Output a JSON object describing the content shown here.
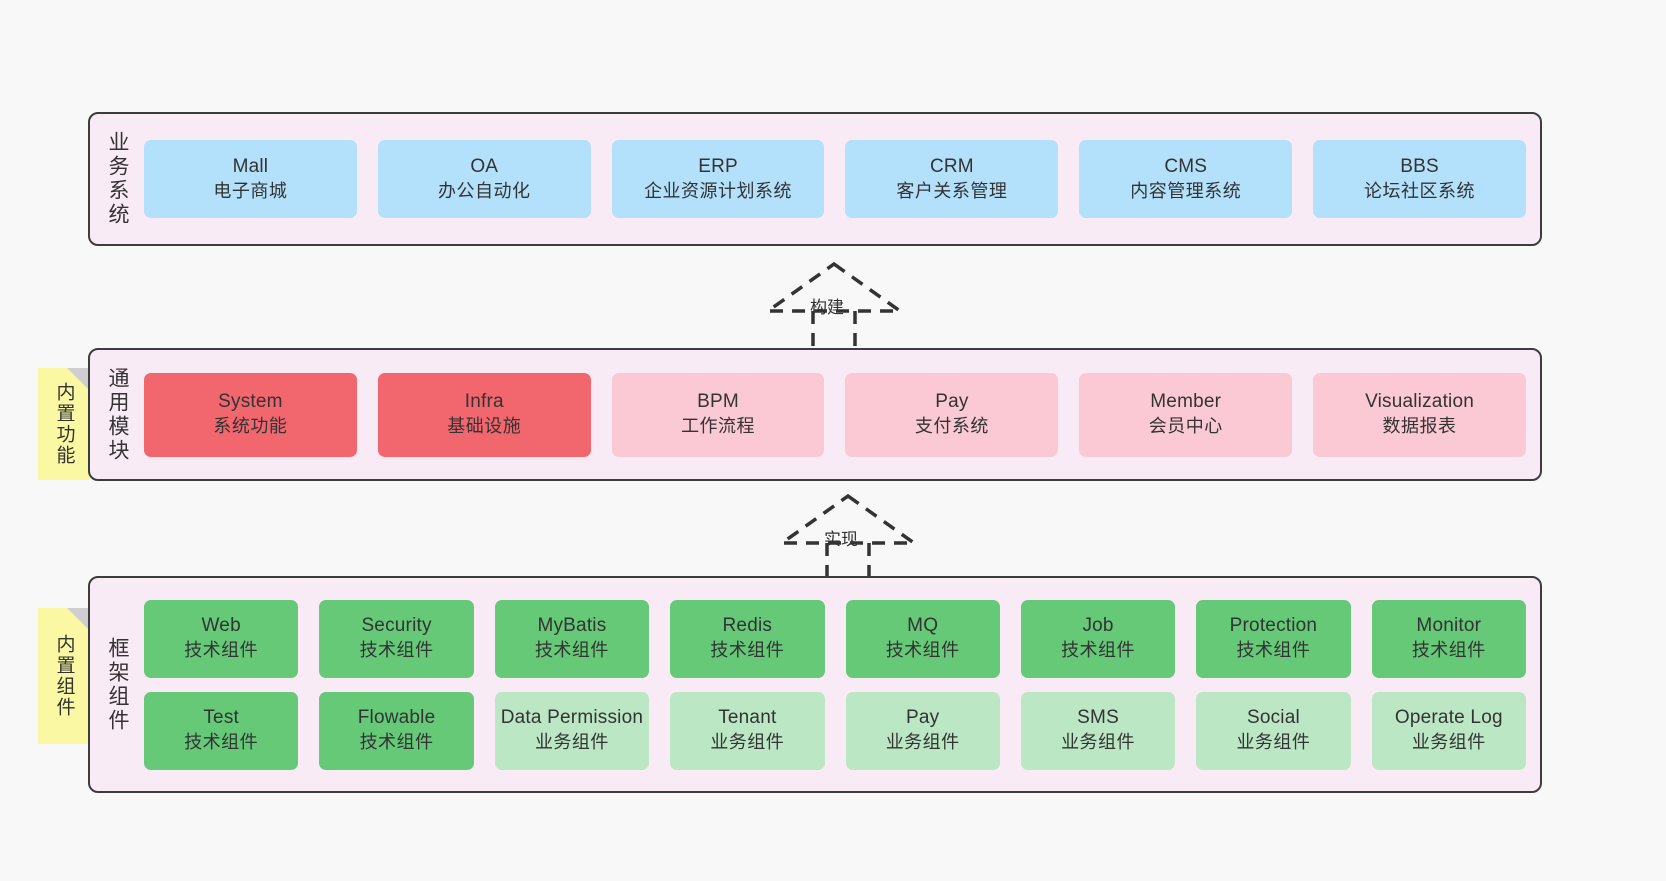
{
  "diagram": {
    "background_color": "#f8f8f8",
    "layer_fill": "#f9ebf5",
    "layer_border": "#3d3d3d"
  },
  "layers": [
    {
      "id": "business",
      "title": "业务系统",
      "rows": [
        {
          "cards": [
            {
              "en": "Mall",
              "cn": "电子商城",
              "color": "#b3e0fb",
              "tone": "blue"
            },
            {
              "en": "OA",
              "cn": "办公自动化",
              "color": "#b3e0fb",
              "tone": "blue"
            },
            {
              "en": "ERP",
              "cn": "企业资源计划系统",
              "color": "#b3e0fb",
              "tone": "blue"
            },
            {
              "en": "CRM",
              "cn": "客户关系管理",
              "color": "#b3e0fb",
              "tone": "blue"
            },
            {
              "en": "CMS",
              "cn": "内容管理系统",
              "color": "#b3e0fb",
              "tone": "blue"
            },
            {
              "en": "BBS",
              "cn": "论坛社区系统",
              "color": "#b3e0fb",
              "tone": "blue"
            }
          ]
        }
      ]
    },
    {
      "id": "modules",
      "title": "通用模块",
      "sticky": "内置功能",
      "rows": [
        {
          "cards": [
            {
              "en": "System",
              "cn": "系统功能",
              "color": "#f2666e",
              "tone": "red"
            },
            {
              "en": "Infra",
              "cn": "基础设施",
              "color": "#f2666e",
              "tone": "red"
            },
            {
              "en": "BPM",
              "cn": "工作流程",
              "color": "#fbc9d4",
              "tone": "pink"
            },
            {
              "en": "Pay",
              "cn": "支付系统",
              "color": "#fbc9d4",
              "tone": "pink"
            },
            {
              "en": "Member",
              "cn": "会员中心",
              "color": "#fbc9d4",
              "tone": "pink"
            },
            {
              "en": "Visualization",
              "cn": "数据报表",
              "color": "#fbc9d4",
              "tone": "pink"
            }
          ]
        }
      ]
    },
    {
      "id": "framework",
      "title": "框架组件",
      "sticky": "内置组件",
      "rows": [
        {
          "cards": [
            {
              "en": "Web",
              "cn": "技术组件",
              "color": "#65c978",
              "tone": "green"
            },
            {
              "en": "Security",
              "cn": "技术组件",
              "color": "#65c978",
              "tone": "green"
            },
            {
              "en": "MyBatis",
              "cn": "技术组件",
              "color": "#65c978",
              "tone": "green"
            },
            {
              "en": "Redis",
              "cn": "技术组件",
              "color": "#65c978",
              "tone": "green"
            },
            {
              "en": "MQ",
              "cn": "技术组件",
              "color": "#65c978",
              "tone": "green"
            },
            {
              "en": "Job",
              "cn": "技术组件",
              "color": "#65c978",
              "tone": "green"
            },
            {
              "en": "Protection",
              "cn": "技术组件",
              "color": "#65c978",
              "tone": "green"
            },
            {
              "en": "Monitor",
              "cn": "技术组件",
              "color": "#65c978",
              "tone": "green"
            }
          ]
        },
        {
          "cards": [
            {
              "en": "Test",
              "cn": "技术组件",
              "color": "#65c978",
              "tone": "green"
            },
            {
              "en": "Flowable",
              "cn": "技术组件",
              "color": "#65c978",
              "tone": "green"
            },
            {
              "en": "Data Permission",
              "cn": "业务组件",
              "color": "#bbe7c4",
              "tone": "lgreen"
            },
            {
              "en": "Tenant",
              "cn": "业务组件",
              "color": "#bbe7c4",
              "tone": "lgreen"
            },
            {
              "en": "Pay",
              "cn": "业务组件",
              "color": "#bbe7c4",
              "tone": "lgreen"
            },
            {
              "en": "SMS",
              "cn": "业务组件",
              "color": "#bbe7c4",
              "tone": "lgreen"
            },
            {
              "en": "Social",
              "cn": "业务组件",
              "color": "#bbe7c4",
              "tone": "lgreen"
            },
            {
              "en": "Operate Log",
              "cn": "业务组件",
              "color": "#bbe7c4",
              "tone": "lgreen"
            }
          ]
        }
      ]
    }
  ],
  "arrows": [
    {
      "id": "build",
      "label": "构建",
      "direction": "up",
      "style": "dashed-hollow"
    },
    {
      "id": "impl",
      "label": "实现",
      "direction": "up",
      "style": "dashed-hollow"
    }
  ]
}
